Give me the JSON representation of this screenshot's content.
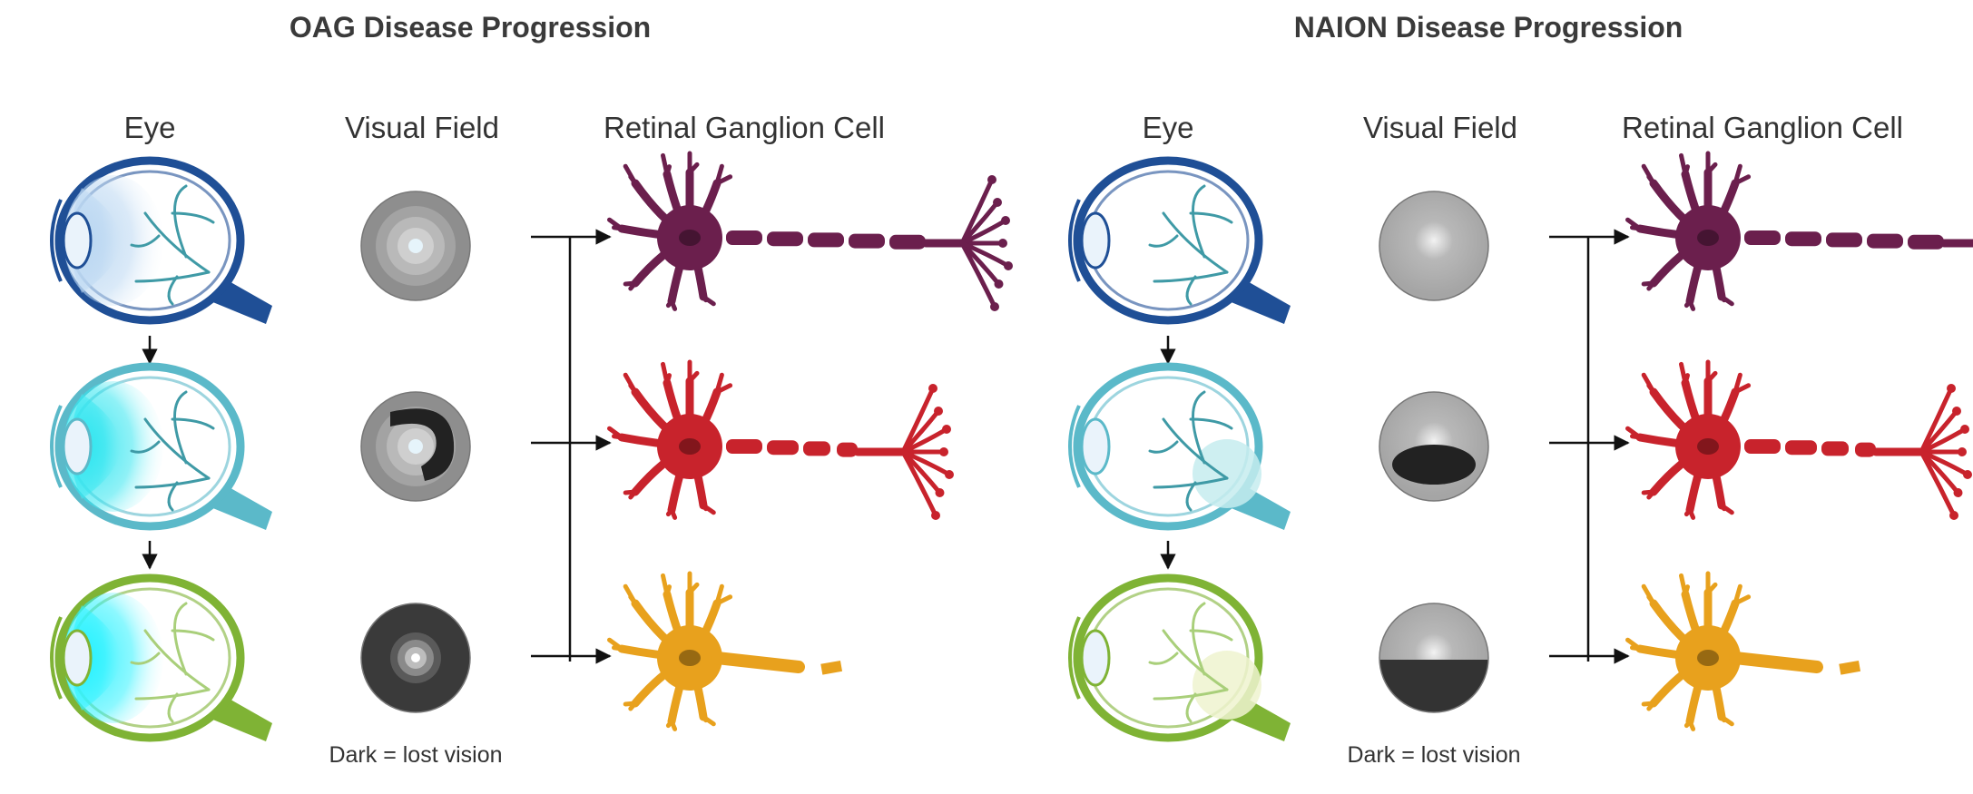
{
  "panels": [
    {
      "title": "OAG Disease Progression",
      "headers": {
        "eye": "Eye",
        "visual_field": "Visual Field",
        "rgc": "Retinal Ganglion Cell"
      },
      "caption": "Dark = lost vision",
      "stages": [
        {
          "eye_color": "#1f4f96",
          "glow_color": "#bcd8f2",
          "field": "mild",
          "cell_color": "#6b1f4d",
          "cell_state": "healthy"
        },
        {
          "eye_color": "#5bb9c9",
          "glow_color": "#35e6f0",
          "field": "arc",
          "cell_color": "#c8232c",
          "cell_state": "damaged"
        },
        {
          "eye_color": "#7fb335",
          "glow_color": "#2ef2ff",
          "field": "severe",
          "cell_color": "#e8a11d",
          "cell_state": "degenerated"
        }
      ]
    },
    {
      "title": "NAION Disease Progression",
      "headers": {
        "eye": "Eye",
        "visual_field": "Visual Field",
        "rgc": "Retinal Ganglion Cell"
      },
      "caption": "Dark = lost vision",
      "stages": [
        {
          "eye_color": "#1f4f96",
          "glow_color": "none",
          "field": "normal",
          "cell_color": "#6b1f4d",
          "cell_state": "healthy"
        },
        {
          "eye_color": "#5bb9c9",
          "glow_color": "#c5ecef",
          "field": "lower-half",
          "cell_color": "#c8232c",
          "cell_state": "damaged"
        },
        {
          "eye_color": "#7fb335",
          "glow_color": "#eef3cf",
          "field": "lower-heavy",
          "cell_color": "#e8a11d",
          "cell_state": "degenerated"
        }
      ]
    }
  ]
}
